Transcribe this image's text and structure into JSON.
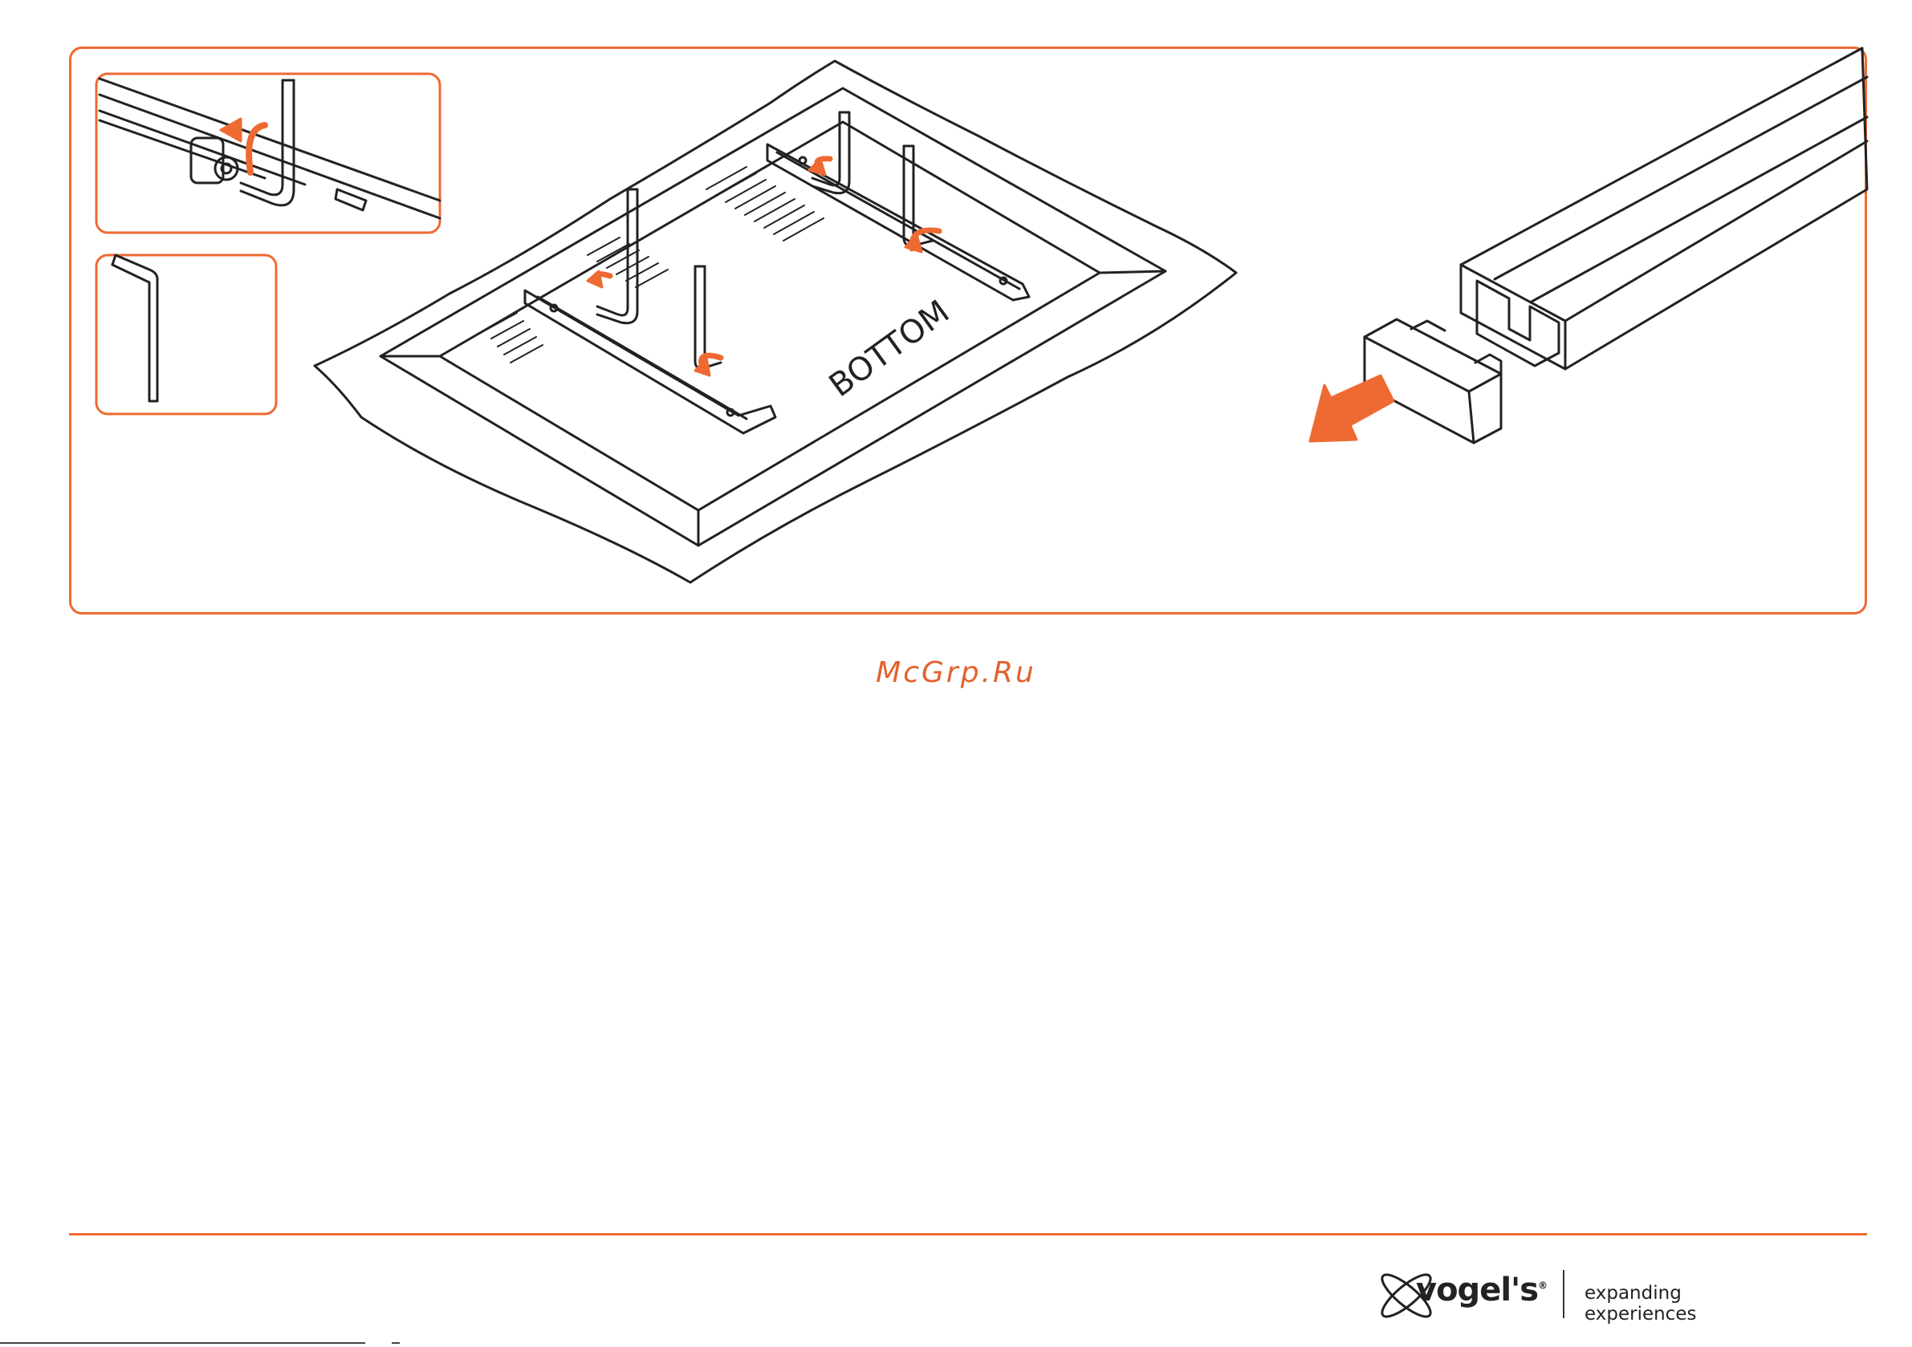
{
  "illustration": {
    "tv_label": "BOTTOM"
  },
  "watermark": "McGrp.Ru",
  "footer": {
    "brand": "vogel's",
    "registered_mark": "®",
    "tagline": "expanding experiences"
  },
  "colors": {
    "accent": "#ee6a32",
    "line": "#222222"
  }
}
